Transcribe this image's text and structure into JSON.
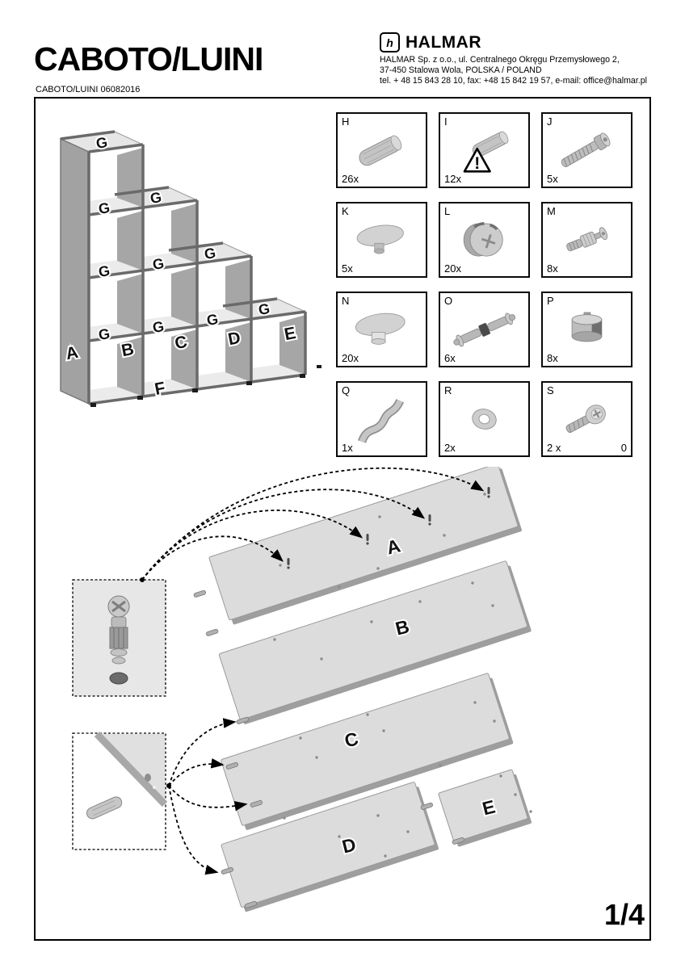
{
  "header": {
    "title": "CABOTO/LUINI",
    "doc_code": "CABOTO/LUINI 06082016",
    "brand": {
      "logo_letter": "h",
      "name": "HALMAR",
      "address1": "HALMAR Sp. z o.o., ul. Centralnego Okręgu Przemysłowego 2,",
      "address2": "37-450 Stalowa Wola, POLSKA  / POLAND",
      "address3": "tel. + 48 15 843 28 10, fax: +48 15 842 19 57, e-mail: office@halmar.pl"
    }
  },
  "page_number": "1/4",
  "assembly_overview": {
    "shelf_label": "G",
    "panel_a": "A",
    "panel_b": "B",
    "panel_c": "C",
    "panel_d": "D",
    "panel_e": "E",
    "panel_f": "F"
  },
  "hardware": {
    "items": [
      {
        "id": "H",
        "qty": "26x",
        "icon": "wood-dowel"
      },
      {
        "id": "I",
        "qty": "12x",
        "icon": "wood-dowel-warning"
      },
      {
        "id": "J",
        "qty": "5x",
        "icon": "confirmat-screw"
      },
      {
        "id": "K",
        "qty": "5x",
        "icon": "cover-cap"
      },
      {
        "id": "L",
        "qty": "20x",
        "icon": "cam-lock"
      },
      {
        "id": "M",
        "qty": "8x",
        "icon": "cam-bolt"
      },
      {
        "id": "N",
        "qty": "20x",
        "icon": "cover-cap-large"
      },
      {
        "id": "O",
        "qty": "6x",
        "icon": "double-ended-bolt"
      },
      {
        "id": "P",
        "qty": "8x",
        "icon": "foot-glide"
      },
      {
        "id": "Q",
        "qty": "1x",
        "icon": "flexible-strip"
      },
      {
        "id": "R",
        "qty": "2x",
        "icon": "washer"
      },
      {
        "id": "S",
        "qty": "2 x",
        "icon": "pan-head-screw",
        "extra": "0"
      }
    ]
  },
  "exploded": {
    "panel_a": "A",
    "panel_b": "B",
    "panel_c": "C",
    "panel_d": "D",
    "panel_e": "E"
  },
  "colors": {
    "panel_face": "#dcdcdc",
    "panel_side": "#a2a2a2",
    "panel_top": "#e8e8e8",
    "frame": "#6a6a6a",
    "ink": "#000000"
  }
}
